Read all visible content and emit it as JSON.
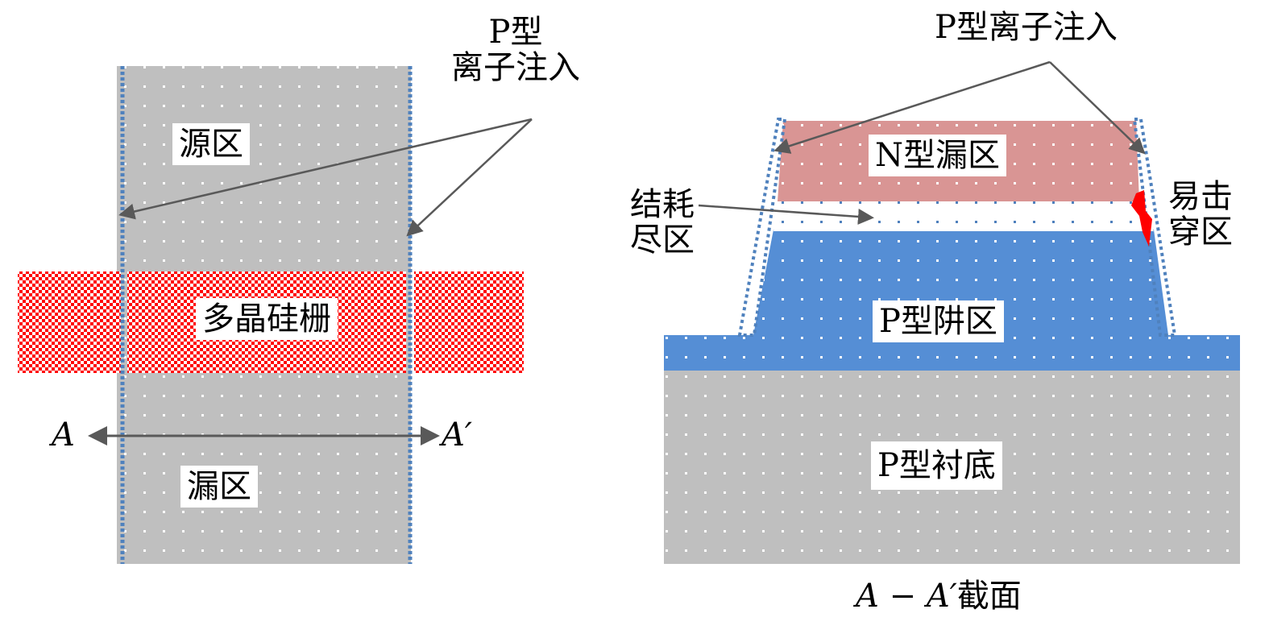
{
  "colors": {
    "gray_region": "#bfbfbf",
    "poly_red": "#ff0000",
    "n_drain": "#d99594",
    "p_well": "#558ed5",
    "implant_blue": "#4f81bd",
    "breakdown_red": "#ff0000",
    "arrow": "#595959"
  },
  "top_view": {
    "source_label": "源区",
    "gate_label": "多晶硅栅",
    "drain_label": "漏区",
    "implant_label_line1": "P型",
    "implant_label_line2": "离子注入",
    "cut_start": "A",
    "cut_end": "A′"
  },
  "cross_section": {
    "implant_label": "P型离子注入",
    "n_drain_label": "N型漏区",
    "depletion_label_line1": "结耗",
    "depletion_label_line2": "尽区",
    "breakdown_label_line1": "易击",
    "breakdown_label_line2": "穿区",
    "p_well_label": "P型阱区",
    "substrate_label": "P型衬底",
    "caption_italic": "A − A′",
    "caption_text": "截面"
  }
}
